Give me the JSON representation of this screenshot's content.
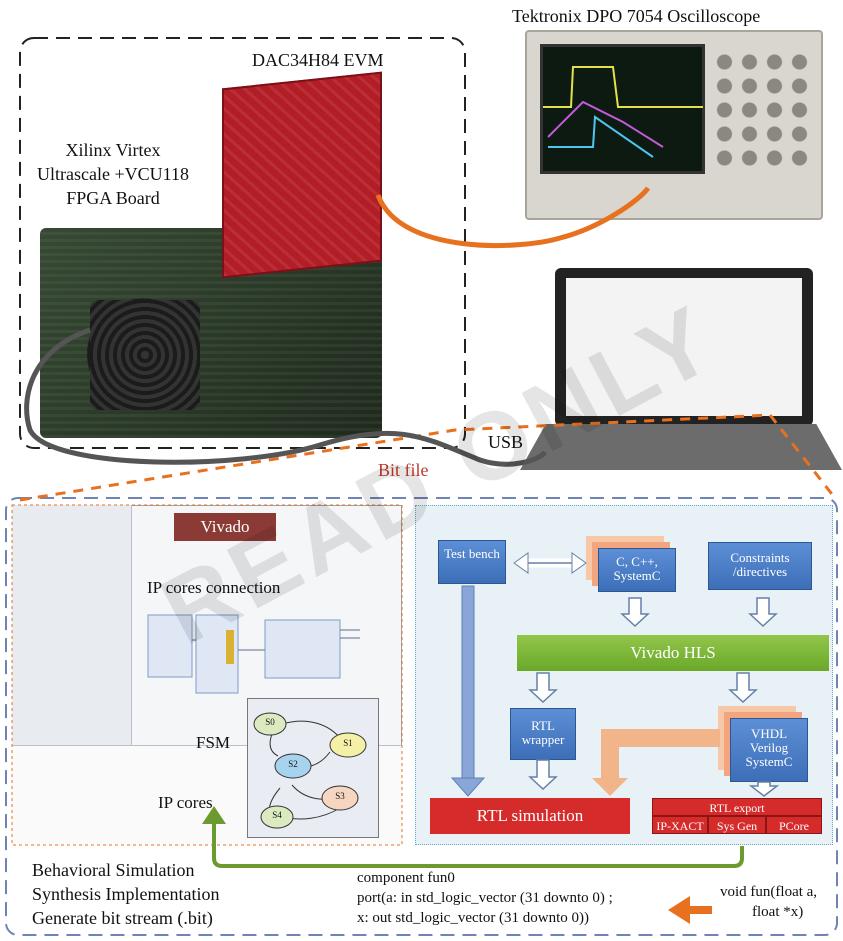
{
  "labels": {
    "scope": "Tektronix DPO 7054 Oscilloscope",
    "dac": "DAC34H84 EVM",
    "fpga_line1": "Xilinx Virtex",
    "fpga_line2": "Ultrascale +VCU118",
    "fpga_line3": "FPGA Board",
    "usb": "USB",
    "bitfile": "Bit file"
  },
  "vivado": {
    "tag": "Vivado",
    "ip_connection": "IP cores connection",
    "fsm": "FSM",
    "ip_cores": "IP cores",
    "fsm_states": [
      "S0",
      "S1",
      "S2",
      "S3",
      "S4"
    ]
  },
  "hls": {
    "testbench": "Test bench",
    "c_lang": "C, C++, SystemC",
    "constraints": "Constraints /directives",
    "hls_bar": "Vivado HLS",
    "rtl_wrapper": "RTL wrapper",
    "vhdl": "VHDL Verilog SystemC",
    "rtl_sim": "RTL simulation",
    "rtl_export": "RTL export",
    "export_items": [
      "IP-XACT",
      "Sys Gen",
      "PCore"
    ]
  },
  "steps": {
    "line1": "Behavioral Simulation",
    "line2": "Synthesis Implementation",
    "line3": "Generate bit stream (.bit)"
  },
  "code": {
    "line1": "component fun0",
    "line2": "port(a: in std_logic_vector (31 downto 0) ;",
    "line3": "x: out std_logic_vector (31 downto 0))"
  },
  "cfunc": {
    "line1": "void fun(float a,",
    "line2": "float *x)"
  },
  "watermark": "READ ONLY",
  "colors": {
    "orange": "#e8711f",
    "green": "#6b9a2e",
    "red_text": "#c0392b",
    "dash_blue": "#6f83b5"
  }
}
